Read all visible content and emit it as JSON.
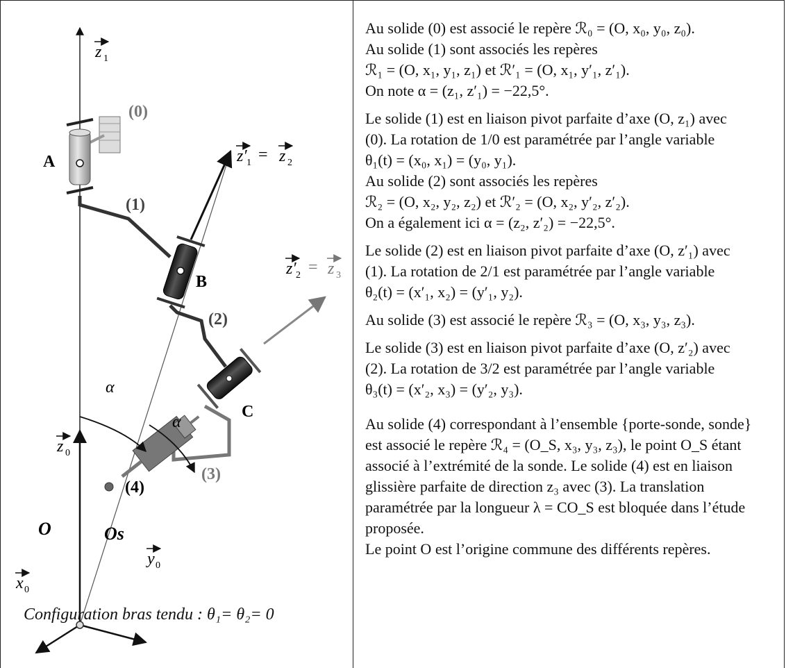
{
  "figure": {
    "labels": {
      "z1": "z",
      "z1_sub": "1",
      "solid0": "(0)",
      "pointA": "A",
      "solid1": "(1)",
      "z1p": "z′",
      "z1p_sub": "1",
      "eq1": "=",
      "z2": "z",
      "z2_sub": "2",
      "pointB": "B",
      "z2p": "z′",
      "z2p_sub": "2",
      "eq2": "=",
      "z3": "z",
      "z3_sub": "3",
      "solid2": "(2)",
      "alpha1": "α",
      "alpha2": "α",
      "pointC": "C",
      "z0": "z",
      "z0_sub": "0",
      "solid3": "(3)",
      "solid4": "(4)",
      "pointO": "O",
      "pointOs": "Os",
      "y0": "y",
      "y0_sub": "0",
      "x0": "x",
      "x0_sub": "0"
    },
    "caption": "Configuration bras tendu : θ₁= θ₂= 0"
  },
  "text": {
    "l1": "Au solide (0) est associé le repère ℛ₀ = (O, x₀, y₀, z₀).",
    "l2": "Au solide (1) sont associés les repères",
    "l3": "ℛ₁ = (O, x₁, y₁, z₁)  et  ℛ′₁ = (O, x₁, y′₁, z′₁).",
    "l4": "On note α = (z₁, z′₁) = −22,5°.",
    "l5": "Le solide (1) est en liaison pivot parfaite d’axe (O, z₁) avec",
    "l6": "(0). La rotation de 1/0 est paramétrée par l’angle variable",
    "l7": "θ₁(t) = (x₀, x₁) = (y₀, y₁).",
    "l8": "Au solide (2) sont associés les repères",
    "l9": "ℛ₂ = (O, x₂, y₂, z₂)  et  ℛ′₂ = (O, x₂, y′₂, z′₂).",
    "l10": "On a également ici α = (z₂, z′₂) = −22,5°.",
    "l11": "Le solide (2) est en liaison pivot parfaite d’axe (O, z′₁) avec",
    "l12": "(1). La rotation de 2/1 est paramétrée par l’angle variable",
    "l13": "θ₂(t) = (x′₁, x₂) = (y′₁, y₂).",
    "l14": "Au solide (3) est associé le repère ℛ₃ = (O, x₃, y₃, z₃).",
    "l15": "Le solide (3) est en liaison pivot parfaite d’axe (O, z′₂) avec",
    "l16": "(2). La rotation de 3/2 est paramétrée par l’angle variable",
    "l17": "θ₃(t) = (x′₂, x₃) = (y′₂, y₃).",
    "l18": "Au solide (4) correspondant à l’ensemble {porte-sonde, sonde}",
    "l19": "est associé le repère ℛ₄ = (O_S, x₃, y₃, z₃), le point O_S étant",
    "l20": "associé à l’extrémité de la sonde. Le solide (4) est en liaison",
    "l21": "glissière parfaite de direction z₃ avec (3). La translation",
    "l22": "paramétrée par la longueur λ = CO_S est bloquée dans l’étude",
    "l23": "proposée.",
    "l24": "Le point O est l’origine commune des différents repères."
  }
}
